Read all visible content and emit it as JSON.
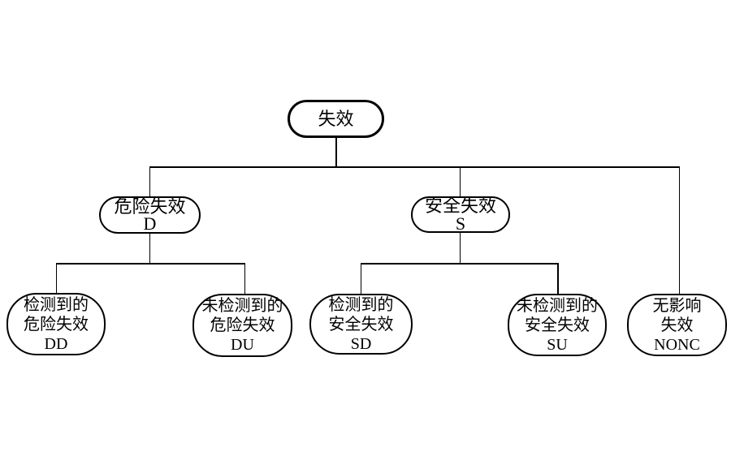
{
  "colors": {
    "canvas_background": "#ffffff",
    "node_fill": "#ffffff",
    "node_border": "#000000",
    "connector": "#000000",
    "text": "#000000"
  },
  "nodes": {
    "root": {
      "lines": [
        "失效"
      ]
    },
    "d": {
      "lines": [
        "危险失效",
        "D"
      ]
    },
    "s": {
      "lines": [
        "安全失效",
        "S"
      ]
    },
    "dd": {
      "lines": [
        "检测到的",
        "危险失效",
        "DD"
      ]
    },
    "du": {
      "lines": [
        "未检测到的",
        "危险失效",
        "DU"
      ]
    },
    "sd": {
      "lines": [
        "检测到的",
        "安全失效",
        "SD"
      ]
    },
    "su": {
      "lines": [
        "未检测到的",
        "安全失效",
        "SU"
      ]
    },
    "nonc": {
      "lines": [
        "无影响",
        "失效",
        "NONC"
      ]
    }
  },
  "edges": [
    [
      "root",
      "d"
    ],
    [
      "root",
      "s"
    ],
    [
      "root",
      "nonc"
    ],
    [
      "d",
      "dd"
    ],
    [
      "d",
      "du"
    ],
    [
      "s",
      "sd"
    ],
    [
      "s",
      "su"
    ]
  ]
}
